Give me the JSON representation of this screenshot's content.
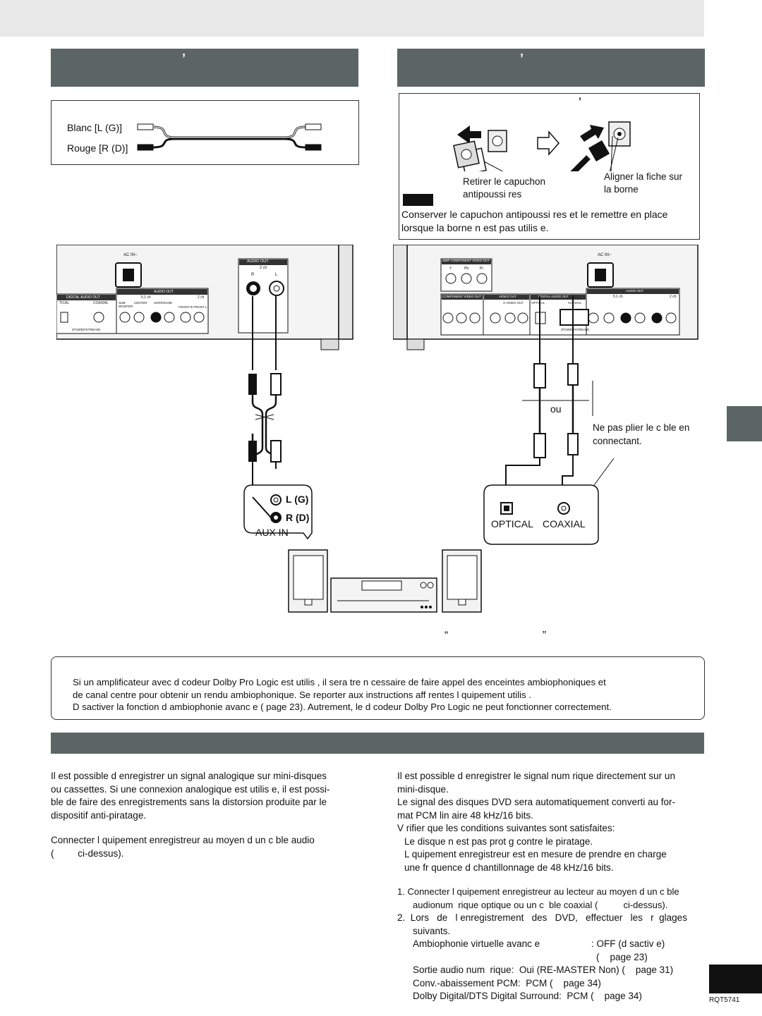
{
  "header": {
    "left_title": "’",
    "right_title": "’",
    "right_sub": "’"
  },
  "cable_box": {
    "white_label": "Blanc [L (G)]",
    "red_label": "Rouge [R (D)]"
  },
  "optical_box": {
    "remove_cap": "Retirer le capuchon",
    "remove_cap_2": "antipoussi  res",
    "align_plug": "Aligner la fiche sur",
    "align_plug_2": "la borne",
    "note_line1": "Conserver le capuchon antipoussi  res et le remettre en place",
    "note_line2": "lorsque la borne n est pas utilis  e."
  },
  "player_left": {
    "ac_in": "AC IN~",
    "audio_out": "AUDIO OUT",
    "two_ch": "2 ch",
    "r": "R",
    "l": "L",
    "digital_audio_out": "DIGITAL AUDIO OUT",
    "optical": "TICAL",
    "coaxial": "COAXIAL",
    "audio_out_51": "AUDIO OUT",
    "ch51": "5.1 ch",
    "ch2": "2 ch",
    "sub": "SUB-WOOFER",
    "center": "CENTER",
    "surround": "SURROUND",
    "front": "FRONT R  FRONT L",
    "pcm": "(PCM/BITSTREAM)"
  },
  "player_right": {
    "ac_in": "AC IN~",
    "comp480": "480P COMPONENT VIDEO OUT",
    "y": "Y",
    "pb": "Pb",
    "pr": "Pr",
    "comp_video_out": "COMPONENT VIDEO OUT",
    "video_out": "VIDEO OUT",
    "s_video_out": "S VIDEO OUT",
    "digital_audio_out": "DIGITAL AUDIO OUT",
    "optical": "OPTICAL",
    "coaxial": "COAXIAL",
    "audio_out": "AUDIO OUT",
    "ch51": "5.1 ch",
    "ch2": "2 ch",
    "pcm": "(PCM/BITSTREAM)"
  },
  "diagram": {
    "ou": "ou",
    "no_bend_1": "Ne pas plier le c  ble en",
    "no_bend_2": "connectant.",
    "l_g": "L (G)",
    "r_d": "R (D)",
    "aux_in": "AUX IN",
    "optical": "OPTICAL",
    "coaxial": "COAXIAL",
    "caption": "“                              ”"
  },
  "notice": {
    "line1": "Si un amplificateur avec d  codeur Dolby Pro Logic est utilis  , il sera   tre n  cessaire de faire appel    des enceintes ambiophoniques et",
    "line2": "de canal centre pour obtenir un rendu ambiophonique. Se reporter aux instructions aff  rentes    l  quipement utilis  .",
    "line3": "D  sactiver la fonction d ambiophonie avanc  e (    page 23). Autrement, le d  codeur Dolby Pro Logic ne peut fonctionner correctement."
  },
  "section2": {
    "left_p1_l1": "Il est possible d enregistrer un signal analogique sur mini-disques",
    "left_p1_l2": "ou cassettes. Si une connexion analogique est utilis  e, il est possi-",
    "left_p1_l3": "ble de faire des enregistrements sans la distorsion produite par le",
    "left_p1_l4": "dispositif anti-piratage.",
    "left_p2_l1": "Connecter l  quipement enregistreur au moyen d un c  ble audio",
    "left_p2_l2": "(         ci-dessus).",
    "right_p1_l1": "Il est possible d enregistrer le signal num  rique directement sur un",
    "right_p1_l2": "mini-disque.",
    "right_p2_l1": "Le signal des disques DVD sera automatiquement converti au for-",
    "right_p2_l2": "mat PCM lin  aire 48 kHz/16 bits.",
    "right_p3": "V  rifier que les conditions suivantes sont satisfaites:",
    "right_b1": "Le disque n est pas prot  g   contre le piratage.",
    "right_b2_l1": "L   quipement enregistreur est en mesure de prendre en charge",
    "right_b2_l2": "une fr  quence d  chantillonnage de 48 kHz/16 bits.",
    "step1_l1": "1.  Connecter l  quipement enregistreur au lecteur au moyen d un c  ble",
    "step1_l2": "audionum  rique optique ou un c  ble coaxial (          ci-dessus).",
    "step2_l1": "2.  Lors   de   l enregistrement   des   DVD,   effectuer   les   r  glages",
    "step2_l2": "suivants.",
    "set1_label": "Ambiophonie virtuelle avanc  e",
    "set1_value": ": OFF (d  sactiv  e)",
    "set1_page": "(    page 23)",
    "set2": "Sortie audio num  rique:  Oui (RE-MASTER Non) (    page 31)",
    "set3": "Conv.-abaissement PCM:  PCM (    page 34)",
    "set4": "Dolby Digital/DTS Digital Surround:  PCM (    page 34)"
  },
  "footer": {
    "doc_code": "RQT5741"
  }
}
